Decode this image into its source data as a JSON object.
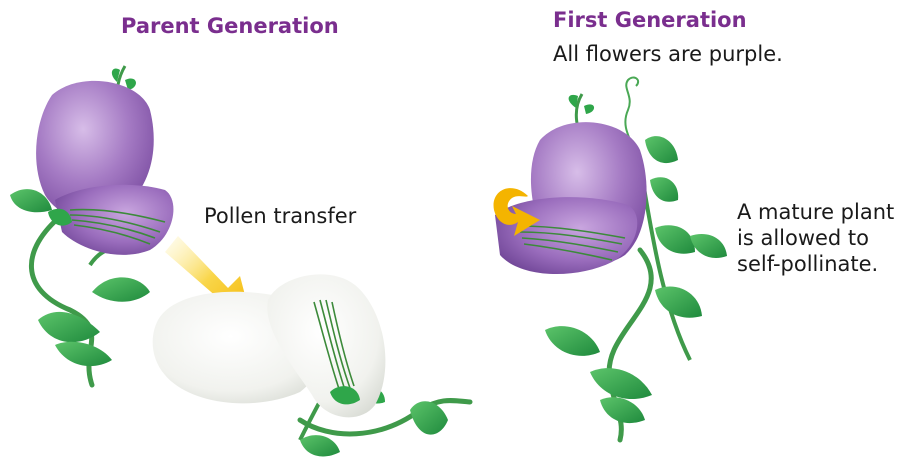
{
  "parent_generation": {
    "heading": "Parent Generation"
  },
  "pollen_transfer": {
    "label": "Pollen transfer"
  },
  "first_generation": {
    "heading": "First Generation",
    "caption": "All flowers are purple."
  },
  "self_pollination": {
    "lines": [
      "A mature plant",
      "is allowed to",
      "self-pollinate."
    ]
  },
  "colors": {
    "heading": "#7a2e8e",
    "purple_petal": "#a57bc4",
    "purple_dark": "#7d4fa3",
    "white_petal": "#f4f5f1",
    "leaf_green": "#2fa64a",
    "stem_green": "#3f9a4a",
    "arrow_yellow": "#f6c11a"
  }
}
